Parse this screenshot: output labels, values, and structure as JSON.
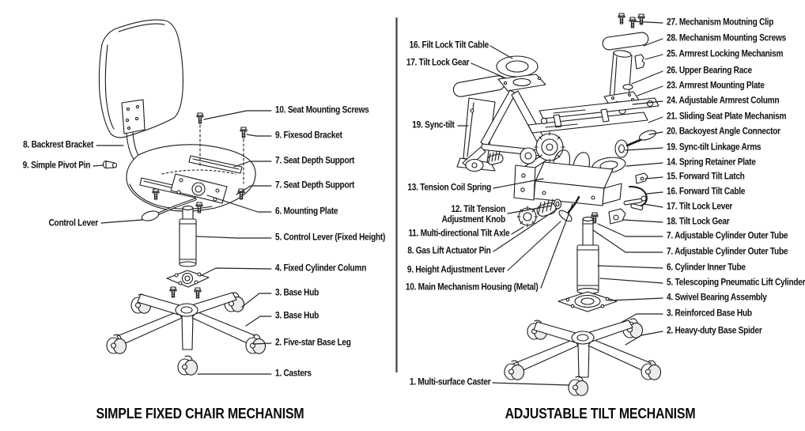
{
  "left_diagram": {
    "title": "SIMPLE FIXED CHAIR MECHANISM",
    "labels_right": [
      {
        "text": "10. Seat Mounting Screws"
      },
      {
        "text": "9. Fixesod Bracket"
      },
      {
        "text": "7. Seat Depth Support"
      },
      {
        "text": "7. Seat Depth Support"
      },
      {
        "text": "6. Mounting Plate"
      },
      {
        "text": "5. Control Lever (Fixed Height)"
      },
      {
        "text": "4. Fixed Cylinder Column"
      },
      {
        "text": "3. Base Hub"
      },
      {
        "text": "3. Base Hub"
      },
      {
        "text": "2. Five-star Base Leg"
      },
      {
        "text": "1. Casters"
      }
    ],
    "labels_left": [
      {
        "text": "8. Backrest Bracket"
      },
      {
        "text": "9. Simple Pivot Pin"
      },
      {
        "text": "Control Lever"
      }
    ]
  },
  "right_diagram": {
    "title": "ADJUSTABLE TILT MECHANISM",
    "labels_left": [
      {
        "text": "16. Filt Lock Tilt Cable"
      },
      {
        "text": "17. Tilt Lock Gear"
      },
      {
        "text": "19. Sync-tilt"
      },
      {
        "text": "13. Tension Coil Spring"
      },
      {
        "text": "12. Tilt Tension Adjustment Knob"
      },
      {
        "text": "11. Multi-directional Tilt Axle"
      },
      {
        "text": "8. Gas Lift Actuator Pin"
      },
      {
        "text": "9. Height Adjustment Lever"
      },
      {
        "text": "10. Main Mechanism Housing (Metal)"
      },
      {
        "text": "1. Multi-surface Caster"
      }
    ],
    "labels_right": [
      {
        "text": "27. Mechanism Moutning Clip"
      },
      {
        "text": "28. Mechanism Mounting Screws"
      },
      {
        "text": "25. Armrest Locking Mechanism"
      },
      {
        "text": "26. Upper Bearing Race"
      },
      {
        "text": "23. Armrest Mounting Plate"
      },
      {
        "text": "24. Adjustable Armrest Column"
      },
      {
        "text": "21. Sliding Seat Plate Mechanism"
      },
      {
        "text": "20. Backoyest Angle Connector"
      },
      {
        "text": "19. Sync-tilt Linkage Arms"
      },
      {
        "text": "14. Spring Retainer Plate"
      },
      {
        "text": "15. Forward Tilt Latch"
      },
      {
        "text": "16. Forward Tilt Cable"
      },
      {
        "text": "17. Tilt Lock Lever"
      },
      {
        "text": "18. Tilt Lock Gear"
      },
      {
        "text": "7. Adjustable Cylinder Outer Tube"
      },
      {
        "text": "7. Adjustable Cylinder Outer Tube"
      },
      {
        "text": "6. Cylinder Inner Tube"
      },
      {
        "text": "5. Telescoping Pneumatic Lift Cylinder"
      },
      {
        "text": "4. Swivel Bearing Assembly"
      },
      {
        "text": "3. Reinforced Base Hub"
      },
      {
        "text": "2. Heavy-duty Base Spider"
      }
    ]
  }
}
